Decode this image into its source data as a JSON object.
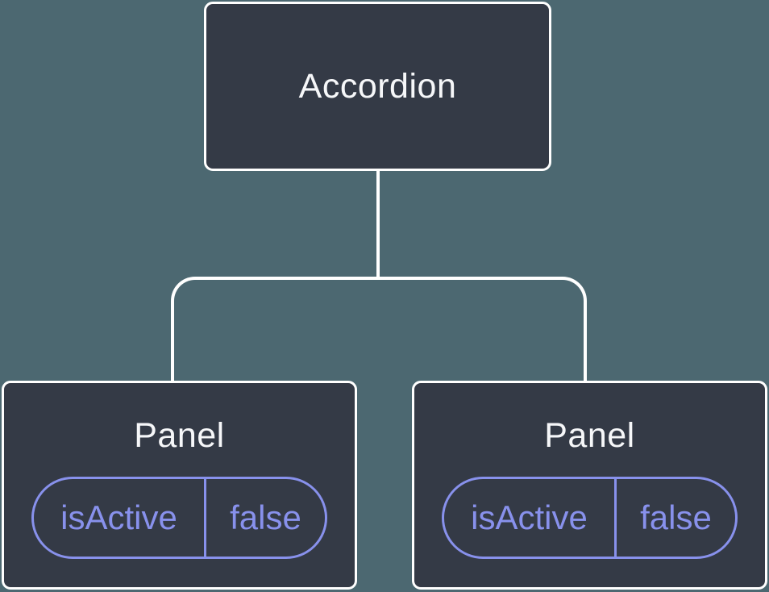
{
  "diagram": {
    "description": "React component tree showing an Accordion parent component with two Panel children, each holding local state isActive = false",
    "root": {
      "title": "Accordion"
    },
    "panels": [
      {
        "title": "Panel",
        "state": {
          "key": "isActive",
          "value": "false"
        }
      },
      {
        "title": "Panel",
        "state": {
          "key": "isActive",
          "value": "false"
        }
      }
    ],
    "colors": {
      "background": "#4c6871",
      "node_fill": "#343a46",
      "node_border": "#ffffff",
      "connector": "#ffffff",
      "state_accent": "#8891ec",
      "title_text": "#f6f7f9"
    }
  }
}
